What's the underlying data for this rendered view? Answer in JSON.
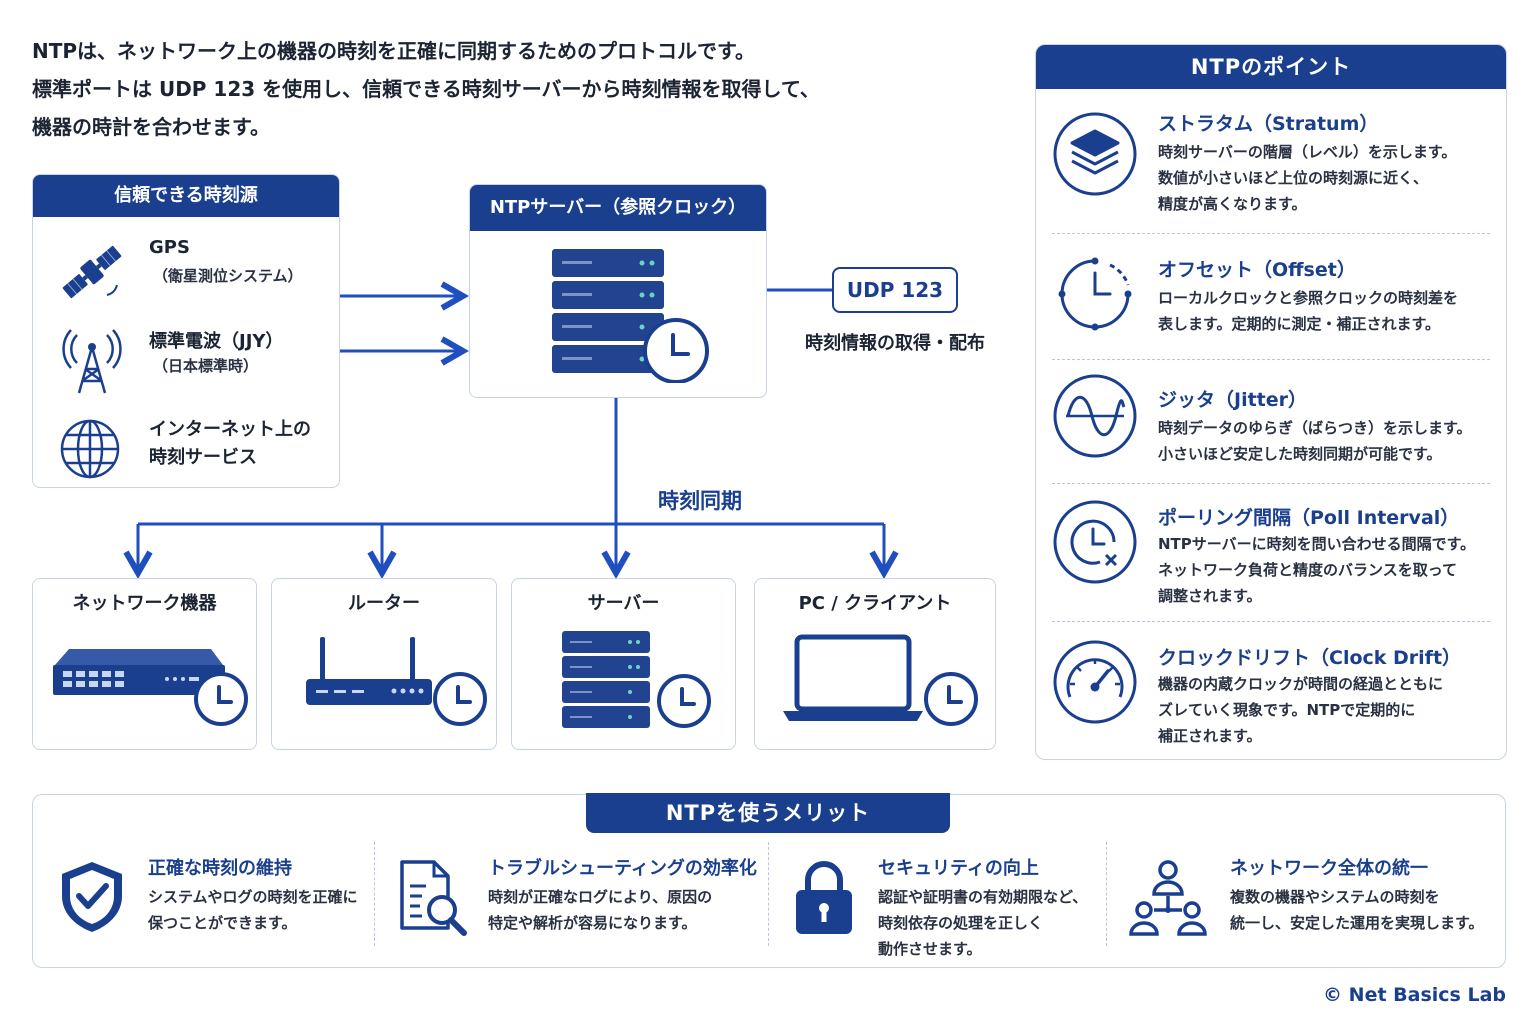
{
  "intro": {
    "line1": "NTPは、ネットワーク上の機器の時刻を正確に同期するためのプロトコルです。",
    "line2": "標準ポートは UDP 123 を使用し、信頼できる時刻サーバーから時刻情報を取得して、",
    "line3": "機器の時計を合わせます。"
  },
  "sources": {
    "title": "信頼できる時刻源",
    "items": [
      {
        "icon": "satellite-icon",
        "label": "GPS",
        "sub": "（衛星測位システム）"
      },
      {
        "icon": "radio-tower-icon",
        "label": "標準電波（JJY）",
        "sub": "（日本標準時）"
      },
      {
        "icon": "globe-icon",
        "label": "インターネット上の",
        "sub": "時刻サービス"
      }
    ]
  },
  "server": {
    "title": "NTPサーバー（参照クロック）"
  },
  "udp": {
    "label": "UDP 123",
    "caption": "時刻情報の取得・配布"
  },
  "sync_label": "時刻同期",
  "devices": [
    {
      "icon": "network-switch-icon",
      "label": "ネットワーク機器"
    },
    {
      "icon": "router-icon",
      "label": "ルーター"
    },
    {
      "icon": "server-icon",
      "label": "サーバー"
    },
    {
      "icon": "laptop-icon",
      "label": "PC / クライアント"
    }
  ],
  "points": {
    "title": "NTPのポイント",
    "items": [
      {
        "icon": "layers-icon",
        "title": "ストラタム（Stratum）",
        "lines": [
          "時刻サーバーの階層（レベル）を示します。",
          "数値が小さいほど上位の時刻源に近く、",
          "精度が高くなります。"
        ]
      },
      {
        "icon": "clock-offset-icon",
        "title": "オフセット（Offset）",
        "lines": [
          "ローカルクロックと参照クロックの時刻差を",
          "表します。定期的に測定・補正されます。"
        ]
      },
      {
        "icon": "sine-wave-icon",
        "title": "ジッタ（Jitter）",
        "lines": [
          "時刻データのゆらぎ（ばらつき）を示します。",
          "小さいほど安定した時刻同期が可能です。"
        ]
      },
      {
        "icon": "clock-poll-icon",
        "title": "ポーリング間隔（Poll Interval）",
        "lines": [
          "NTPサーバーに時刻を問い合わせる間隔です。",
          "ネットワーク負荷と精度のバランスを取って",
          "調整されます。"
        ]
      },
      {
        "icon": "gauge-icon",
        "title": "クロックドリフト（Clock Drift）",
        "lines": [
          "機器の内蔵クロックが時間の経過とともに",
          "ズレていく現象です。NTPで定期的に",
          "補正されます。"
        ]
      }
    ]
  },
  "merits": {
    "title": "NTPを使うメリット",
    "items": [
      {
        "icon": "shield-check-icon",
        "title": "正確な時刻の維持",
        "lines": [
          "システムやログの時刻を正確に",
          "保つことができます。"
        ]
      },
      {
        "icon": "document-search-icon",
        "title": "トラブルシューティングの効率化",
        "lines": [
          "時刻が正確なログにより、原因の",
          "特定や解析が容易になります。"
        ]
      },
      {
        "icon": "lock-icon",
        "title": "セキュリティの向上",
        "lines": [
          "認証や証明書の有効期限など、",
          "時刻依存の処理を正しく",
          "動作させます。"
        ]
      },
      {
        "icon": "network-users-icon",
        "title": "ネットワーク全体の統一",
        "lines": [
          "複数の機器やシステムの時刻を",
          "統一し、安定した運用を実現します。"
        ]
      }
    ]
  },
  "copyright": "© Net Basics Lab",
  "colors": {
    "primary": "#1b3f8f",
    "arrow": "#1f4fbf",
    "border": "#c8d3e8"
  }
}
